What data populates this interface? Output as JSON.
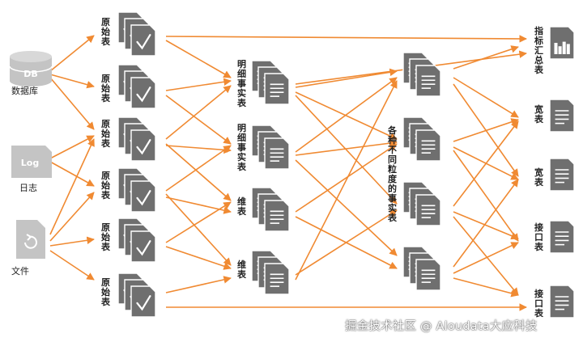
{
  "colors": {
    "arrow": "#f08a32",
    "doc_fill": "#6f6f6f",
    "doc_stroke": "#ffffff",
    "source_icon": "#c4c4c4"
  },
  "sources": [
    {
      "label": "数据库",
      "icon_text": "DB",
      "icon": "database-icon"
    },
    {
      "label": "日志",
      "icon_text": "Log",
      "icon": "log-file-icon"
    },
    {
      "label": "文件",
      "icon_text": "",
      "icon": "file-refresh-icon"
    }
  ],
  "raw_tables": [
    "原始表",
    "原始表",
    "原始表",
    "原始表",
    "原始表",
    "原始表"
  ],
  "detail_tables": [
    "明细事实表",
    "明细事实表",
    "维表",
    "维表"
  ],
  "aggregate_label": "各种不同粒度的事实表",
  "outputs": [
    {
      "label": "指标汇总表",
      "icon": "bar-chart-doc-icon"
    },
    {
      "label": "宽表",
      "icon": "document-icon"
    },
    {
      "label": "宽表",
      "icon": "document-icon"
    },
    {
      "label": "接口表",
      "icon": "document-icon"
    },
    {
      "label": "接口表",
      "icon": "document-icon"
    }
  ],
  "watermark": "掘金技术社区 @ Aloudata大应科技"
}
